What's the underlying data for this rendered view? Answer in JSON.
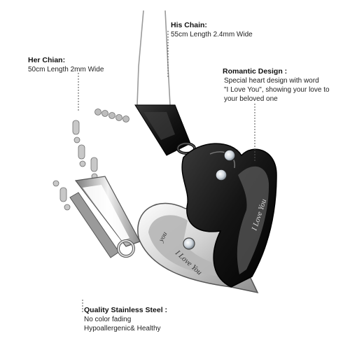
{
  "callouts": {
    "his_chain": {
      "title": "His Chain:",
      "detail": "55cm Length 2.4mm Wide"
    },
    "her_chain": {
      "title": "Her Chian:",
      "detail": "50cm Length 2mm Wide"
    },
    "romantic_design": {
      "title": "Romantic Design :",
      "lines": [
        "Special heart design with word",
        "\"I Love You\", showing your love to",
        "your beloved one"
      ]
    },
    "quality": {
      "title": "Quality Stainless Steel :",
      "lines": [
        "No color fading",
        "Hypoallergenic& Healthy"
      ]
    }
  },
  "engravings": {
    "black_half": "I Love You",
    "silver_half": "I Love You",
    "silver_inner": "you"
  },
  "colors": {
    "black_pendant": "#141414",
    "silver_pendant": "#d9d9d9",
    "frosted_band": "#b8b8b8",
    "leader_line": "#555555"
  }
}
